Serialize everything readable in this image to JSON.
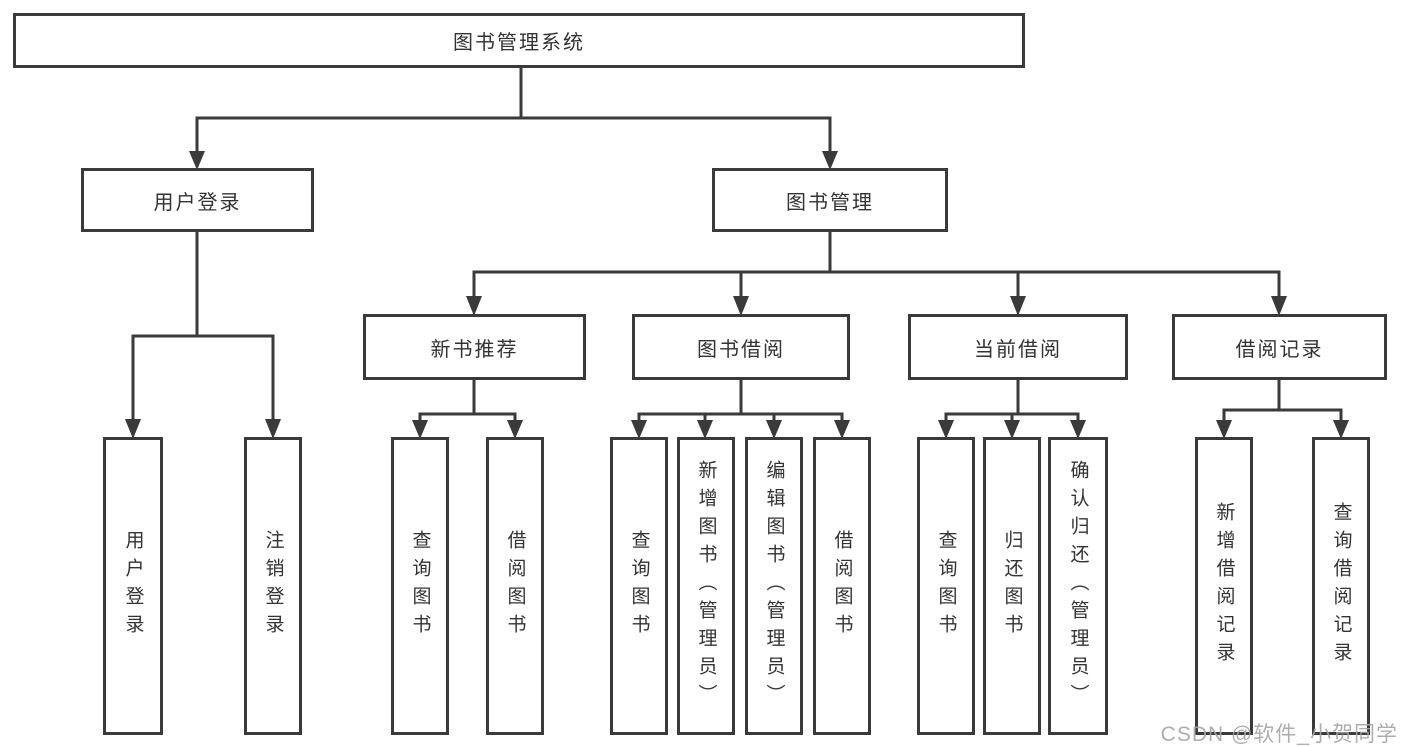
{
  "diagram": {
    "title": "图书管理系统",
    "level2": {
      "user_login": "用户登录",
      "book_mgmt": "图书管理"
    },
    "level3": {
      "new_books": "新书推荐",
      "book_borrow": "图书借阅",
      "current_borrow": "当前借阅",
      "borrow_records": "借阅记录"
    },
    "leaves": {
      "user_login": "用户登录",
      "logout": "注销登录",
      "nb_query": "查询图书",
      "nb_borrow": "借阅图书",
      "bw_query": "查询图书",
      "bw_add": "新增图书（管理员）",
      "bw_edit": "编辑图书（管理员）",
      "bw_borrow": "借阅图书",
      "cb_query": "查询图书",
      "cb_return": "归还图书",
      "cb_confirm": "确认归还（管理员）",
      "rec_add": "新增借阅记录",
      "rec_query": "查询借阅记录"
    }
  },
  "watermark": "CSDN @软件_小贺同学",
  "colors": {
    "line": "#3a3a3a",
    "text": "#333333",
    "background": "#ffffff",
    "watermark": "#a6a6a6"
  }
}
